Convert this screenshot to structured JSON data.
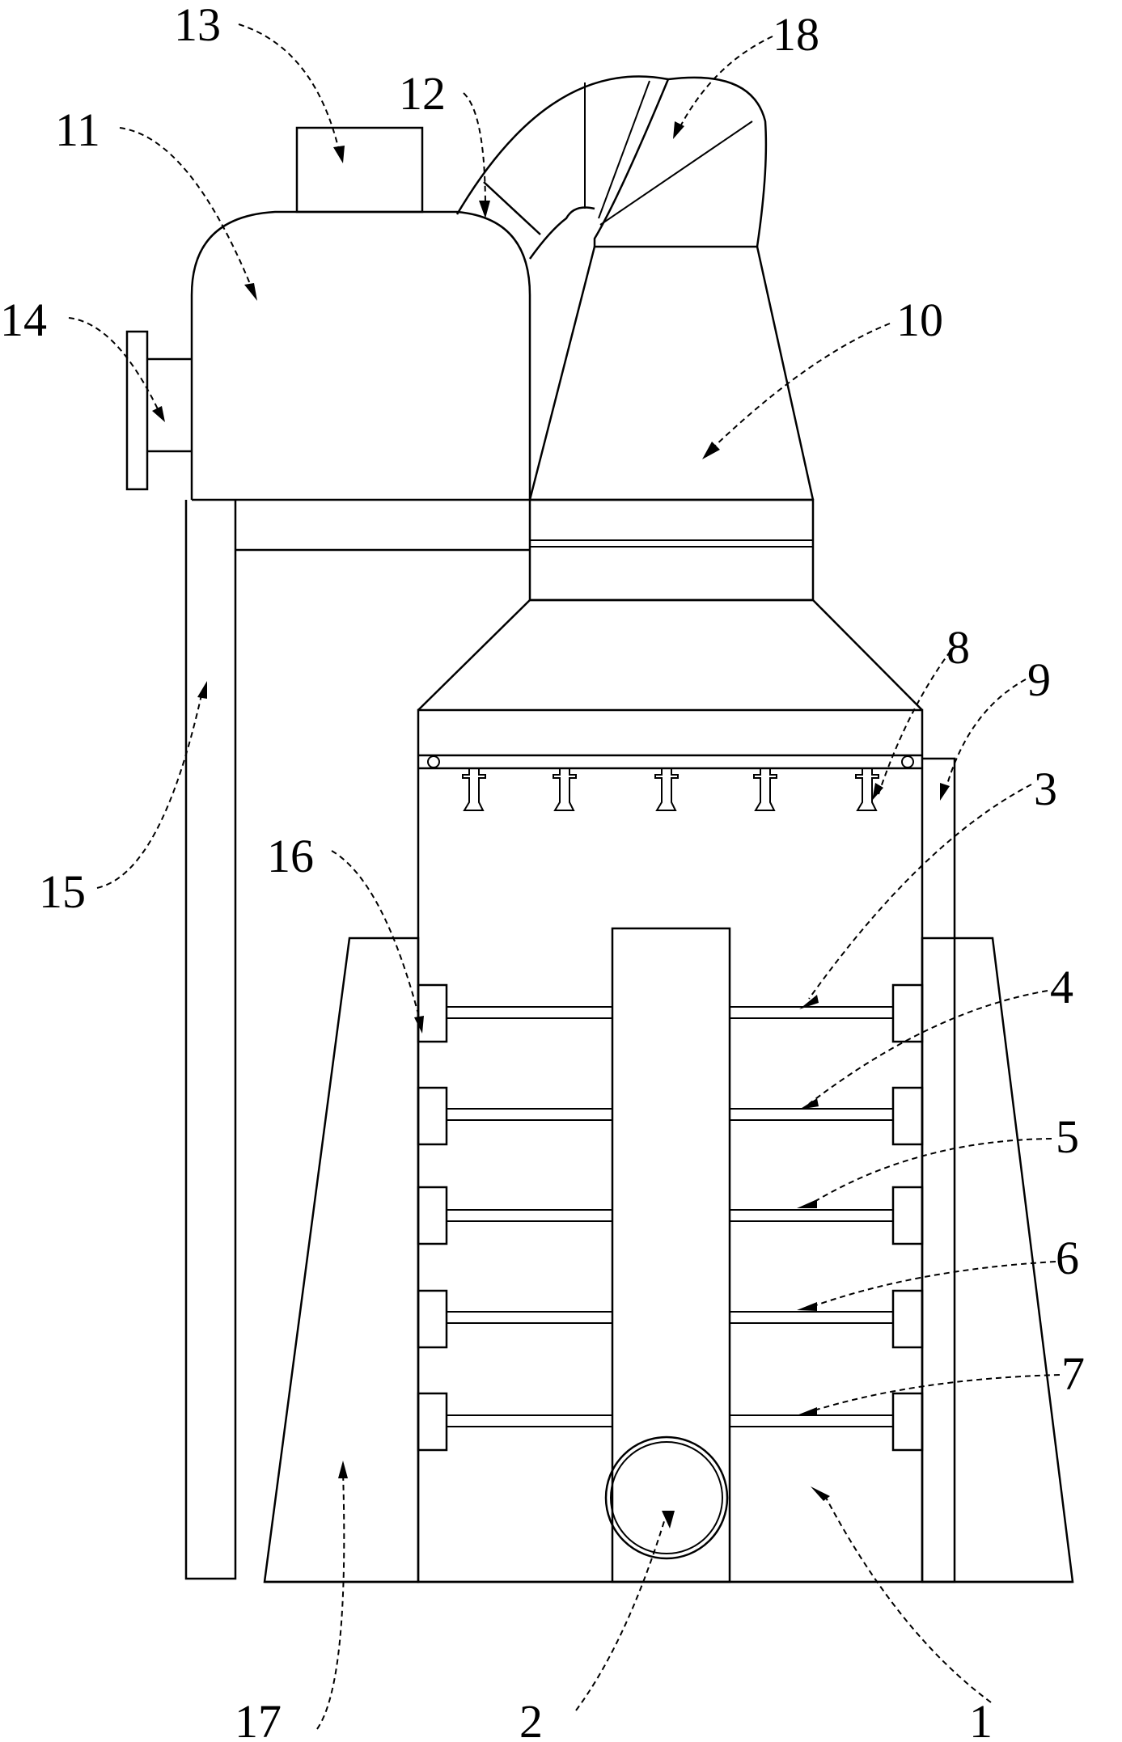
{
  "labels": {
    "l1": "1",
    "l2": "2",
    "l3": "3",
    "l4": "4",
    "l5": "5",
    "l6": "6",
    "l7": "7",
    "l8": "8",
    "l9": "9",
    "l10": "10",
    "l11": "11",
    "l12": "12",
    "l13": "13",
    "l14": "14",
    "l15": "15",
    "l16": "16",
    "l17": "17",
    "l18": "18"
  },
  "colors": {
    "line": "#000000",
    "background": "#ffffff"
  }
}
